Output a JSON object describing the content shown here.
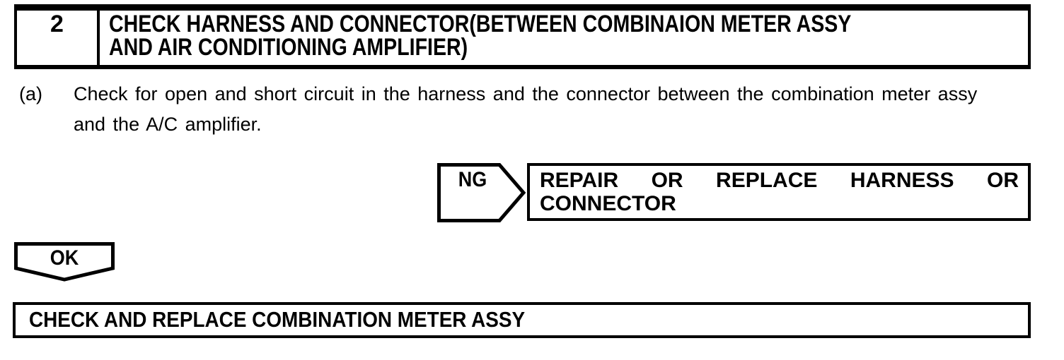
{
  "step": {
    "number": "2",
    "title_lines": [
      "CHECK HARNESS AND CONNECTOR(BETWEEN COMBINAION METER ASSY",
      "AND AIR CONDITIONING AMPLIFIER)"
    ]
  },
  "instruction": {
    "label": "(a)",
    "lines": [
      "Check for open and short circuit in the harness and the connector between the combination meter assy",
      "and the A/C amplifier."
    ]
  },
  "ng_branch": {
    "tag": "NG",
    "action_lines": [
      "REPAIR OR REPLACE HARNESS OR",
      "CONNECTOR"
    ]
  },
  "ok_branch": {
    "tag": "OK",
    "action": "CHECK AND REPLACE COMBINATION METER ASSY"
  },
  "colors": {
    "ink": "#000000",
    "paper": "#ffffff"
  }
}
